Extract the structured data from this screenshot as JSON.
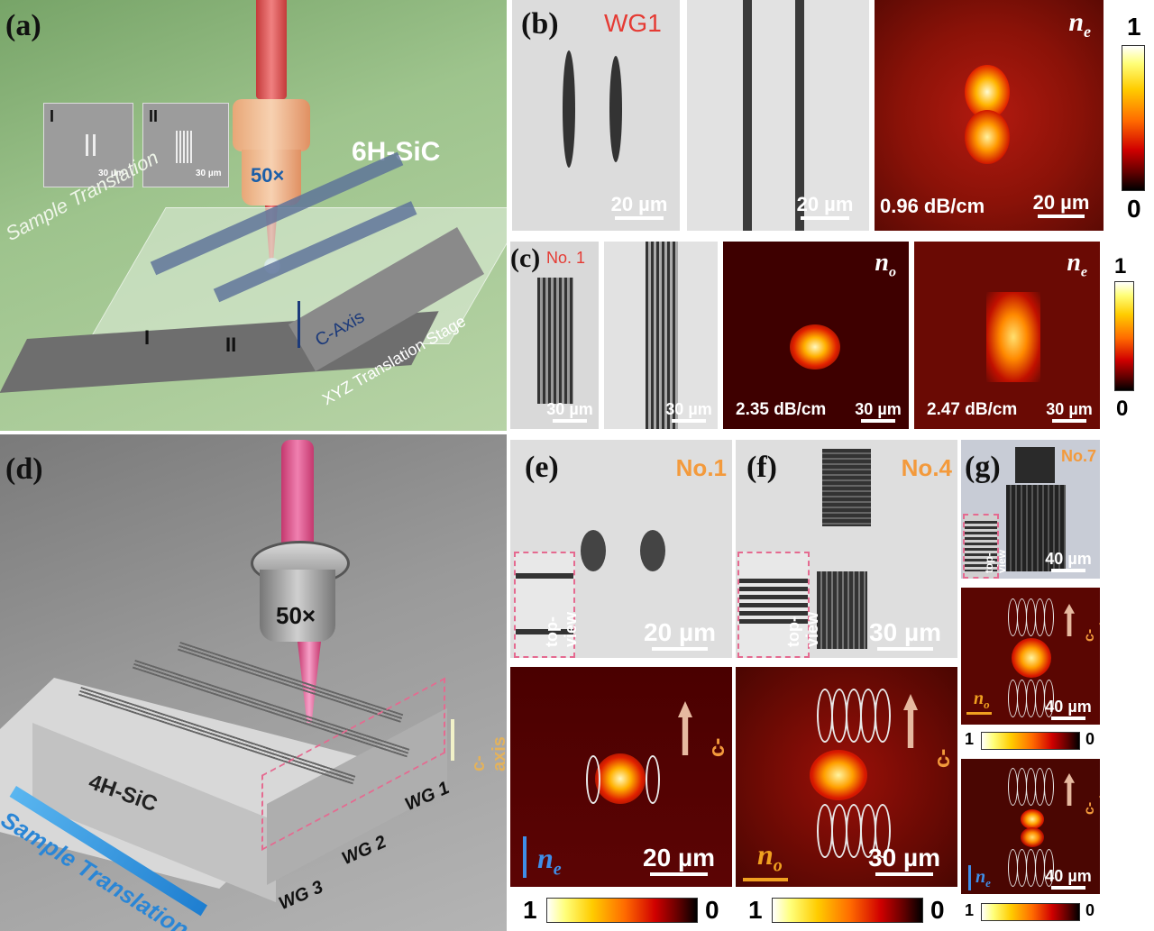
{
  "panels": {
    "a": {
      "label": "(a)",
      "material": "6H-SiC",
      "objective": "50×",
      "inset_I": "I",
      "inset_II": "II",
      "inset_scale": "30 µm",
      "sample_translation": "Sample Translation",
      "c_axis": "C-Axis",
      "stage": "XYZ Translation Stage",
      "wg_I": "I",
      "wg_II": "II"
    },
    "b": {
      "label": "(b)",
      "title": "WG1",
      "scale_1": "20 µm",
      "scale_2": "20 µm",
      "scale_3": "20 µm",
      "mode": "n",
      "mode_sub": "e",
      "loss": "0.96 dB/cm",
      "colorbar_max": "1",
      "colorbar_min": "0"
    },
    "c": {
      "label": "(c)",
      "title": "No. 1",
      "scale_1": "30 µm",
      "scale_2": "30 µm",
      "scale_3": "30 µm",
      "scale_4": "30 µm",
      "mode_o": "n",
      "mode_o_sub": "o",
      "mode_e": "n",
      "mode_e_sub": "e",
      "loss_o": "2.35 dB/cm",
      "loss_e": "2.47 dB/cm",
      "colorbar_max": "1",
      "colorbar_min": "0"
    },
    "d": {
      "label": "(d)",
      "objective": "50×",
      "material": "4H-SiC",
      "sample_translation": "Sample Translation",
      "c_axis": "c-axis",
      "wg1": "WG 1",
      "wg2": "WG 2",
      "wg3": "WG 3"
    },
    "e": {
      "label": "(e)",
      "title": "No.1",
      "top_view": "top-view",
      "scale_top": "20 µm",
      "scale_bottom": "20 µm",
      "c_axis": "c-axis",
      "pol": "n",
      "pol_sub": "e",
      "cb_max": "1",
      "cb_min": "0"
    },
    "f": {
      "label": "(f)",
      "title": "No.4",
      "top_view": "top-view",
      "scale_top": "30 µm",
      "scale_bottom": "30 µm",
      "c_axis": "c-axis",
      "pol": "n",
      "pol_sub": "o",
      "cb_max": "1",
      "cb_min": "0"
    },
    "g": {
      "label": "(g)",
      "title": "No.7",
      "top_view": "top-view",
      "scale_top": "40 µm",
      "scale_mid": "40 µm",
      "scale_bottom": "40 µm",
      "c_axis_1": "c-axis",
      "c_axis_2": "c-axis",
      "pol_1": "n",
      "pol_1_sub": "o",
      "pol_2": "n",
      "pol_2_sub": "e",
      "cb1_max": "1",
      "cb1_min": "0",
      "cb2_max": "1",
      "cb2_min": "0"
    }
  }
}
